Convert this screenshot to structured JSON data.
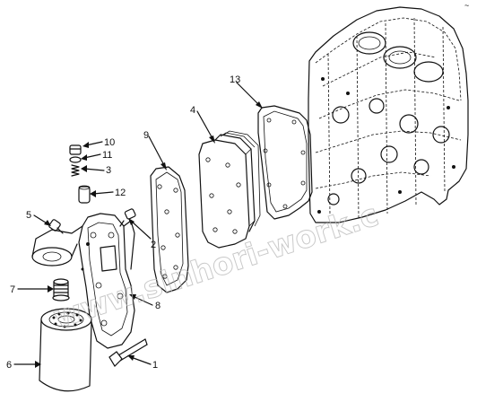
{
  "diagram": {
    "watermark": "www.sinhori-work.c",
    "corner_mark": "~",
    "callouts": [
      {
        "id": "c1",
        "label": "1"
      },
      {
        "id": "c2",
        "label": "2"
      },
      {
        "id": "c3",
        "label": "3"
      },
      {
        "id": "c4",
        "label": "4"
      },
      {
        "id": "c5",
        "label": "5"
      },
      {
        "id": "c6",
        "label": "6"
      },
      {
        "id": "c7",
        "label": "7"
      },
      {
        "id": "c8",
        "label": "8"
      },
      {
        "id": "c9",
        "label": "9"
      },
      {
        "id": "c10",
        "label": "10"
      },
      {
        "id": "c11",
        "label": "11"
      },
      {
        "id": "c12",
        "label": "12"
      },
      {
        "id": "c13",
        "label": "13"
      }
    ]
  }
}
